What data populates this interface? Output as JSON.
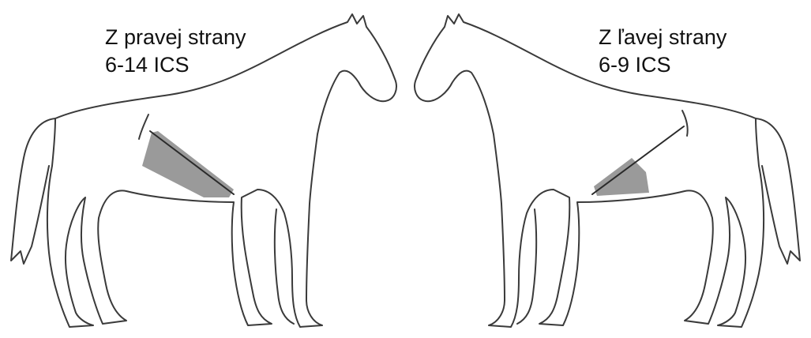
{
  "horses": [
    {
      "side_label": "Z pravej strany",
      "range_label": "6-14 ICS",
      "facing": "right"
    },
    {
      "side_label": "Z ľavej strany",
      "range_label": "6-9 ICS",
      "facing": "left"
    }
  ],
  "colors": {
    "outline": "#3a3a3a",
    "zone_fill": "#9a9a9a",
    "background": "#ffffff"
  }
}
